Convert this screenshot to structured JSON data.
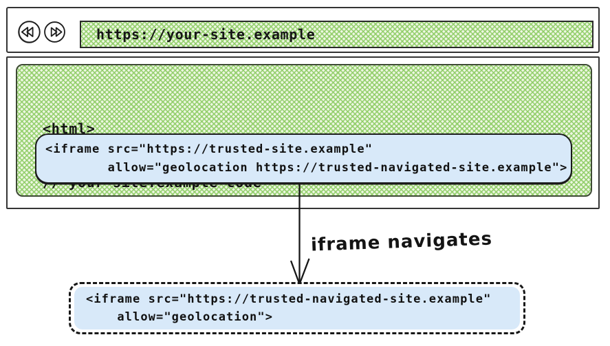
{
  "browser": {
    "back_label": "back",
    "forward_label": "forward",
    "url": "https://your-site.example"
  },
  "page": {
    "code_line1": "<html>",
    "code_line2": "// your-site.example code",
    "iframe_line1": "<iframe src=\"https://trusted-site.example\"",
    "iframe_line2": "        allow=\"geolocation https://trusted-navigated-site.example\">"
  },
  "flow": {
    "arrow_label": "iframe navigates"
  },
  "navigated_iframe": {
    "line1": "<iframe src=\"https://trusted-navigated-site.example\"",
    "line2": "    allow=\"geolocation\">"
  },
  "colors": {
    "green_hatch": "#8bcb61",
    "blue_fill": "#d8e9f9",
    "ink": "#1c1c1c",
    "frame": "#343434"
  }
}
